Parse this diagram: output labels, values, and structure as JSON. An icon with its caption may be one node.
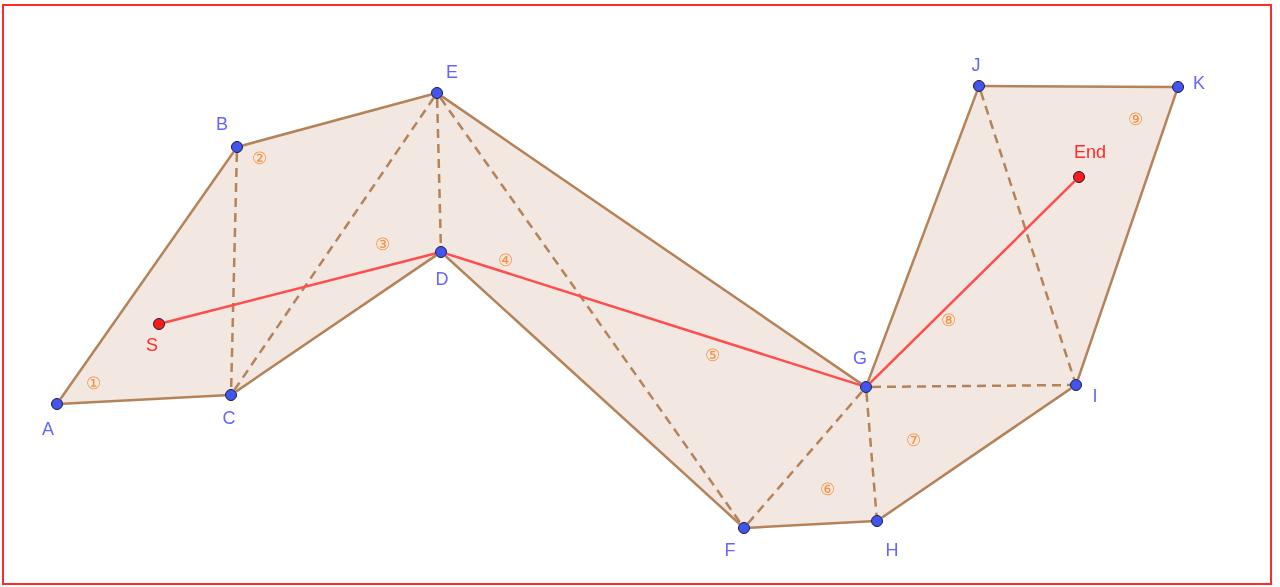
{
  "diagram": {
    "nodes": [
      {
        "text": [
          "A"
        ]
      },
      {
        "text": [
          "B"
        ]
      },
      {
        "text": [
          "C"
        ]
      },
      {
        "text": [
          "D"
        ]
      },
      {
        "text": [
          "E"
        ]
      },
      {
        "text": [
          "F"
        ]
      },
      {
        "text": [
          "G"
        ]
      },
      {
        "text": [
          "H"
        ]
      },
      {
        "text": [
          "I"
        ]
      },
      {
        "text": [
          "J"
        ]
      },
      {
        "text": [
          "K"
        ]
      },
      {
        "text": [
          "S"
        ]
      },
      {
        "text": [
          "End"
        ]
      }
    ],
    "edges": [
      {
        "from": 0,
        "to": 1,
        "arrow": "none"
      },
      {
        "from": 1,
        "to": 4,
        "arrow": "none"
      },
      {
        "from": 4,
        "to": 6,
        "arrow": "none"
      },
      {
        "from": 6,
        "to": 9,
        "arrow": "none"
      },
      {
        "from": 9,
        "to": 10,
        "arrow": "none"
      },
      {
        "from": 10,
        "to": 8,
        "arrow": "none"
      },
      {
        "from": 8,
        "to": 7,
        "arrow": "none"
      },
      {
        "from": 7,
        "to": 5,
        "arrow": "none"
      },
      {
        "from": 5,
        "to": 3,
        "arrow": "none"
      },
      {
        "from": 3,
        "to": 2,
        "arrow": "none"
      },
      {
        "from": 2,
        "to": 0,
        "arrow": "none"
      },
      {
        "from": 1,
        "to": 2,
        "arrow": "none",
        "style": "dashed"
      },
      {
        "from": 2,
        "to": 4,
        "arrow": "none",
        "style": "dashed"
      },
      {
        "from": 4,
        "to": 3,
        "arrow": "none",
        "style": "dashed"
      },
      {
        "from": 4,
        "to": 5,
        "arrow": "none",
        "style": "dashed"
      },
      {
        "from": 5,
        "to": 6,
        "arrow": "none",
        "style": "dashed"
      },
      {
        "from": 6,
        "to": 7,
        "arrow": "none",
        "style": "dashed"
      },
      {
        "from": 6,
        "to": 8,
        "arrow": "none",
        "style": "dashed"
      },
      {
        "from": 9,
        "to": 8,
        "arrow": "none",
        "style": "dashed"
      },
      {
        "from": 11,
        "to": 3,
        "arrow": "none",
        "color": "#ff4d4d"
      },
      {
        "from": 3,
        "to": 6,
        "arrow": "none",
        "color": "#ff4d4d"
      },
      {
        "from": 6,
        "to": 12,
        "arrow": "none",
        "color": "#ff4d4d"
      }
    ],
    "labels": [
      "①",
      "②",
      "③",
      "④",
      "⑤",
      "⑥",
      "⑦",
      "⑧",
      "⑨"
    ]
  }
}
